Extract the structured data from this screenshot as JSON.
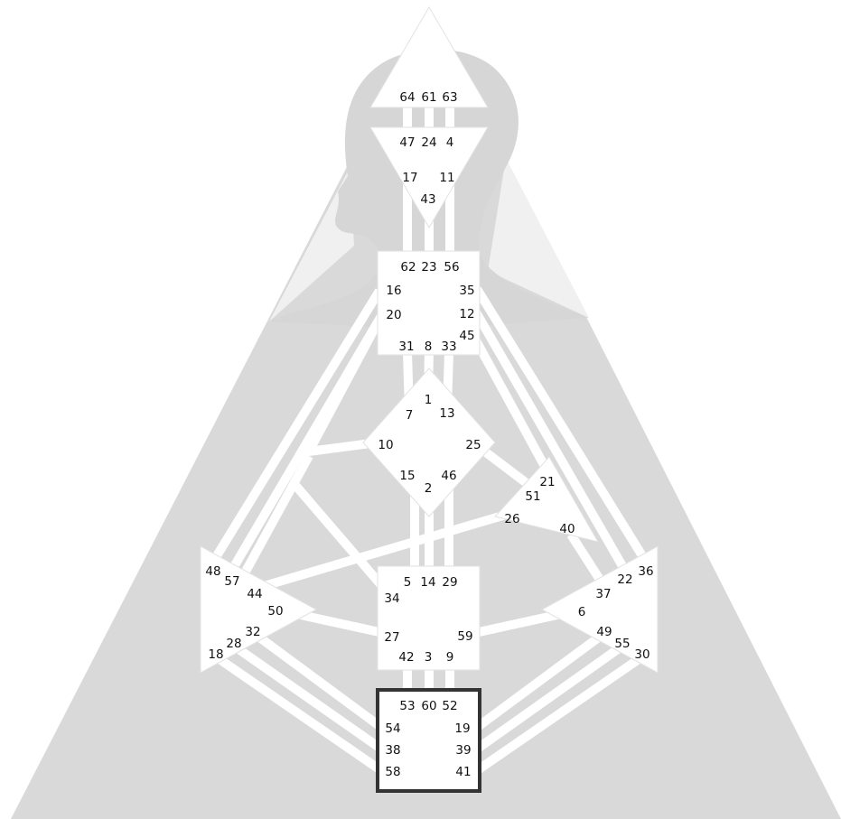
{
  "colors": {
    "background": "#ffffff",
    "body_fill": "#d9d9d9",
    "head_light": "#f0f0f0",
    "channel": "#ffffff",
    "center_fill": "#ffffff",
    "center_outline": "#e2e2e2",
    "selected_border": "#333333",
    "label": "#111111"
  },
  "centers": [
    {
      "id": "head",
      "shape": "triangle-up",
      "selected": false,
      "gates": [
        "64",
        "61",
        "63"
      ]
    },
    {
      "id": "ajna",
      "shape": "triangle-down",
      "selected": false,
      "gates": [
        "47",
        "24",
        "4",
        "17",
        "11",
        "43"
      ]
    },
    {
      "id": "throat",
      "shape": "square",
      "selected": false,
      "gates": [
        "62",
        "23",
        "56",
        "16",
        "35",
        "20",
        "12",
        "31",
        "8",
        "33",
        "45"
      ]
    },
    {
      "id": "g-center",
      "shape": "diamond",
      "selected": false,
      "gates": [
        "1",
        "7",
        "13",
        "10",
        "25",
        "15",
        "46",
        "2"
      ]
    },
    {
      "id": "heart",
      "shape": "triangle",
      "selected": false,
      "gates": [
        "21",
        "51",
        "26",
        "40"
      ]
    },
    {
      "id": "spleen",
      "shape": "triangle-right",
      "selected": false,
      "gates": [
        "48",
        "57",
        "44",
        "50",
        "32",
        "28",
        "18"
      ]
    },
    {
      "id": "solar-plexus",
      "shape": "triangle-left",
      "selected": false,
      "gates": [
        "36",
        "22",
        "37",
        "6",
        "49",
        "55",
        "30"
      ]
    },
    {
      "id": "sacral",
      "shape": "square",
      "selected": false,
      "gates": [
        "5",
        "14",
        "29",
        "34",
        "27",
        "59",
        "42",
        "3",
        "9"
      ]
    },
    {
      "id": "root",
      "shape": "square",
      "selected": true,
      "gates": [
        "53",
        "60",
        "52",
        "54",
        "19",
        "38",
        "39",
        "58",
        "41"
      ]
    }
  ]
}
